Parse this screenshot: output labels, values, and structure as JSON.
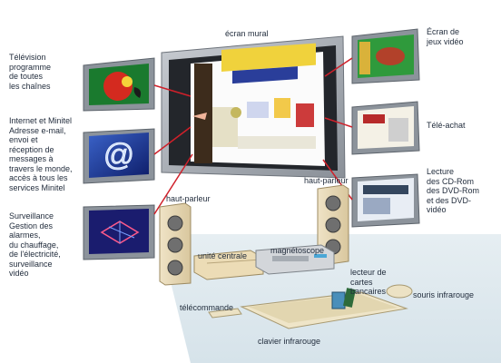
{
  "labels": {
    "ecran_mural": "écran mural",
    "ecran_jeux": "Écran de\njeux vidéo",
    "television": "Télévision\nprogramme\nde toutes\nles chaînes",
    "internet": "Internet et Minitel\nAdresse e-mail,\nenvoi et\nréception de\nmessages à\ntravers le monde,\naccès à tous les\nservices Minitel",
    "surveillance": "Surveillance\nGestion des\nalarmes,\ndu chauffage,\nde l'électricité,\nsurveillance\nvidéo",
    "tele_achat": "Télé-achat",
    "lecture": "Lecture\ndes CD-Rom\ndes DVD-Rom\net des DVD-\nvidéo",
    "haut_parleur_left": "haut-parleur",
    "haut_parleur_right": "haut-parleur",
    "unite_centrale": "unité centrale",
    "magnetoscope": "magnétoscope",
    "lecteur_cartes": "lecteur de\ncartes\nbancaires",
    "souris": "souris infrarouge",
    "telecommande": "télécommande",
    "clavier": "clavier infrarouge"
  },
  "colors": {
    "arrow": "#d0202a",
    "screen_frame": "#9aa0a8",
    "label_text": "#1f2a3a"
  }
}
